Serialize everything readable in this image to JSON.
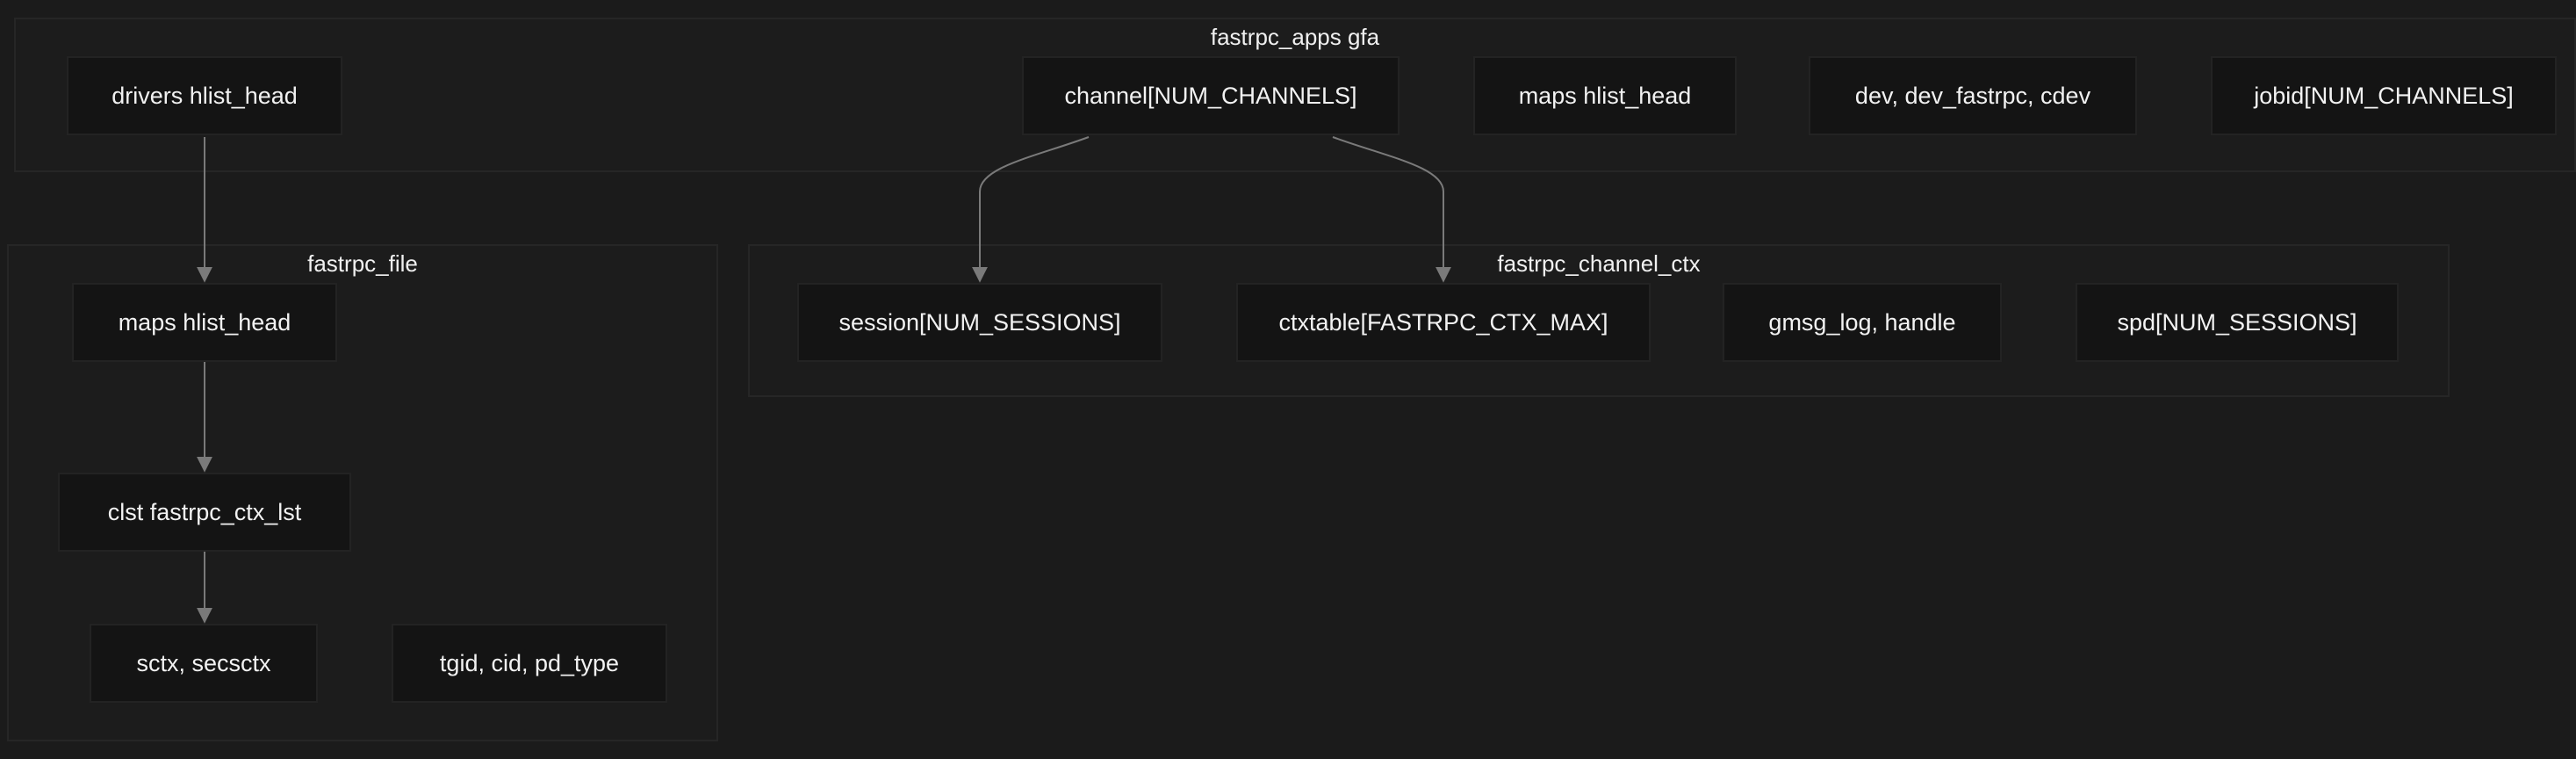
{
  "clusters": {
    "apps": {
      "title": "fastrpc_apps gfa"
    },
    "file": {
      "title": "fastrpc_file"
    },
    "channel_ctx": {
      "title": "fastrpc_channel_ctx"
    }
  },
  "nodes": {
    "drivers": "drivers hlist_head",
    "channel": "channel[NUM_CHANNELS]",
    "apps_maps": "maps hlist_head",
    "dev": "dev, dev_fastrpc, cdev",
    "jobid": "jobid[NUM_CHANNELS]",
    "file_maps": "maps hlist_head",
    "clst": "clst fastrpc_ctx_lst",
    "sctx": "sctx, secsctx",
    "tgid": "tgid, cid, pd_type",
    "session": "session[NUM_SESSIONS]",
    "ctxtable": "ctxtable[FASTRPC_CTX_MAX]",
    "gmsg": "gmsg_log, handle",
    "spd": "spd[NUM_SESSIONS]"
  },
  "colors": {
    "background": "#1b1b1b",
    "cluster_fill": "#1c1c1c",
    "node_fill": "#141414",
    "edge": "#7a7a7a",
    "text": "#f2f2f2"
  }
}
